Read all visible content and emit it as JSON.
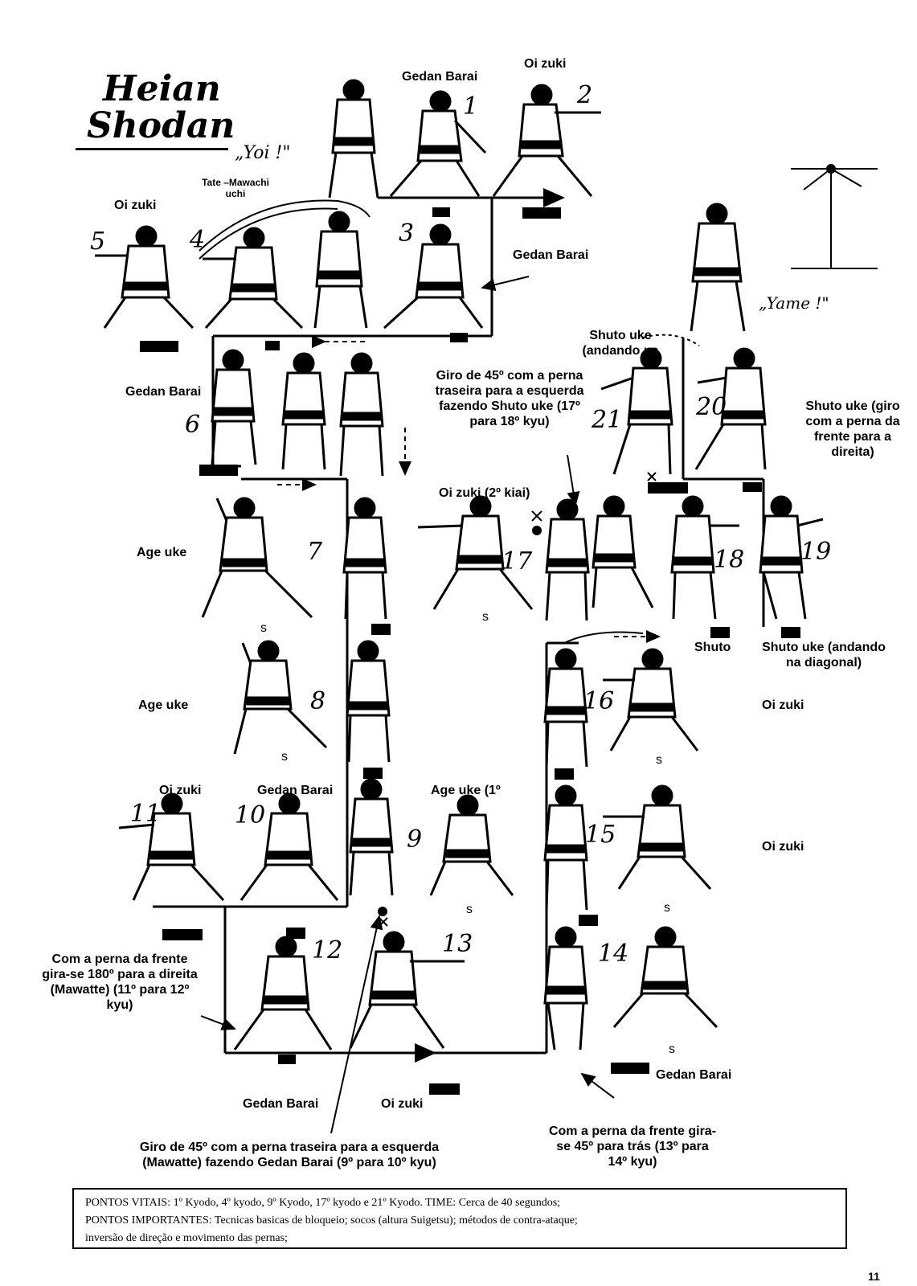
{
  "title": {
    "line1": "Heian",
    "line2": "Shodan"
  },
  "calls": {
    "yoi": "„Yoi !\"",
    "yame": "„Yame !\""
  },
  "labels": {
    "gedan_barai_1": "Gedan Barai",
    "oi_zuki_2": "Oi zuki",
    "tate_mawashi": "Tate –Mawachi uchi",
    "oi_zuki_5": "Oi zuki",
    "gedan_barai_3": "Gedan Barai",
    "gedan_barai_6": "Gedan Barai",
    "shuto_uke_21": "Shuto uke (andando na",
    "giro_45_shuto": "Giro de 45º com a perna traseira para a esquerda fazendo Shuto uke (17º para 18º kyu)",
    "shuto_uke_20": "Shuto uke (giro com a perna da frente para a direita)",
    "oi_zuki_kiai": "Oi zuki (2º kiai)",
    "age_uke_7": "Age uke",
    "shuto_18": "Shuto",
    "shuto_uke_19": "Shuto uke (andando na diagonal)",
    "age_uke_8": "Age uke",
    "oi_zuki_16": "Oi zuki",
    "oi_zuki_11": "Oi zuki",
    "gedan_barai_10": "Gedan Barai",
    "age_uke_9": "Age uke (1º",
    "oi_zuki_15": "Oi zuki",
    "mawatte_180": "Com a perna da frente gira-se 180º para a direita (Mawatte) (11º para 12º kyu)",
    "gedan_barai_14": "Gedan Barai",
    "gedan_barai_12": "Gedan Barai",
    "oi_zuki_13": "Oi zuki",
    "giro_45_back": "Com a perna da frente gira-se 45º para trás (13º para 14º kyu)",
    "giro_45_gedan": "Giro de 45º com a perna traseira para a esquerda (Mawatte) fazendo Gedan Barai (9º para 10º kyu)"
  },
  "numbers": [
    "1",
    "2",
    "3",
    "4",
    "5",
    "6",
    "7",
    "8",
    "9",
    "10",
    "11",
    "12",
    "13",
    "14",
    "15",
    "16",
    "17",
    "18",
    "19",
    "20",
    "21"
  ],
  "stance_mark": "s",
  "notes": {
    "line1": "PONTOS VITAIS: 1º Kyodo, 4º kyodo, 9º Kyodo, 17º kyodo e 21º Kyodo. TIME: Cerca de 40 segundos;",
    "line2": "PONTOS IMPORTANTES: Tecnicas basicas de bloqueio; socos (altura Suigetsu); métodos de contra-ataque;",
    "line3": "inversão de direção e movimento das pernas;"
  },
  "page_number": "11"
}
